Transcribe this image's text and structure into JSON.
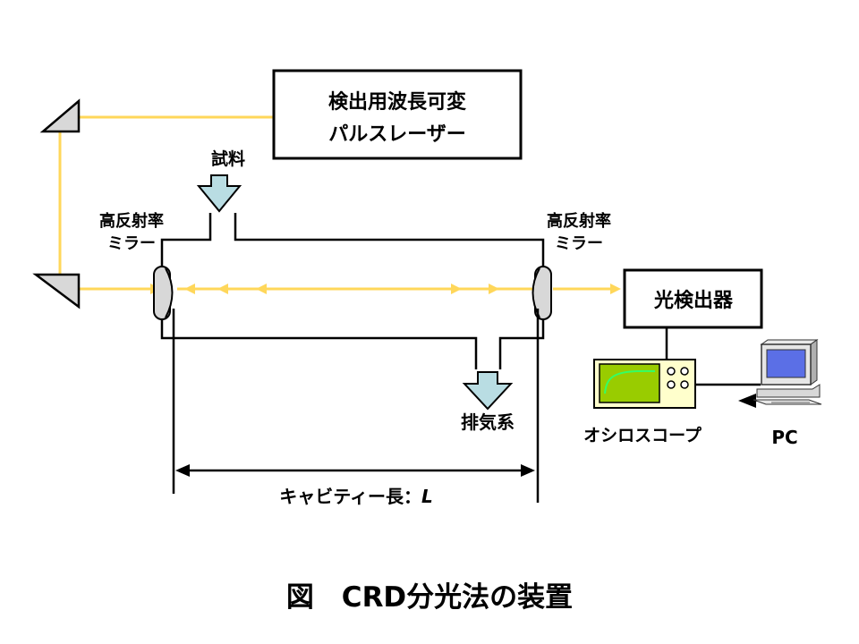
{
  "laser_box": {
    "line1": "検出用波長可変",
    "line2": "パルスレーザー"
  },
  "sample_label": "試料",
  "left_mirror": {
    "line1": "高反射率",
    "line2": "ミラー"
  },
  "right_mirror": {
    "line1": "高反射率",
    "line2": "ミラー"
  },
  "detector_label": "光検出器",
  "exhaust_label": "排気系",
  "oscilloscope_label": "オシロスコープ",
  "pc_label": "PC",
  "cavity_length_label": "キャビティー長：",
  "cavity_length_symbol": "L",
  "caption": "図　CRD分光法の装置",
  "colors": {
    "beam": "#FFD75A",
    "arrow_fill": "#B9DDE3",
    "mirror_fill": "#D8D8D8",
    "scope_body": "#FFFFCC",
    "scope_screen": "#99CC00",
    "trace": "#33FF66",
    "pc_screen": "#5B6FE6"
  }
}
